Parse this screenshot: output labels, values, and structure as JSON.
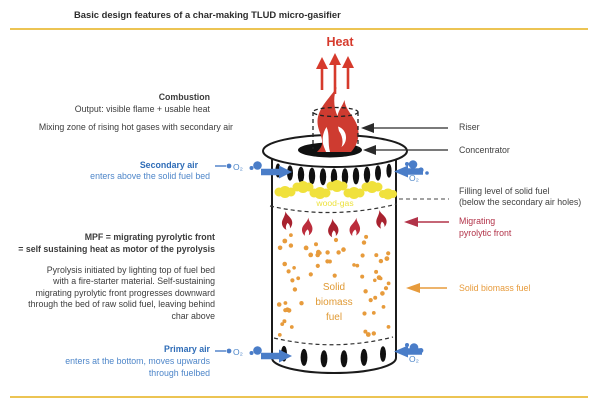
{
  "header": {
    "title": "Basic design features of a char-making TLUD micro-gasifier"
  },
  "left": {
    "combustion_title": "Combustion",
    "combustion_output": "Output: visible flame + usable heat",
    "mixing_zone": "Mixing zone of rising hot gases with secondary air",
    "secondary_air_title": "Secondary air",
    "secondary_air_desc": "enters above the solid fuel bed",
    "mpf_heading": "MPF = migrating pyrolytic front\n= self sustaining heat as motor of the pyrolysis",
    "pyrolysis_desc": "Pyrolysis initiated by lighting top of fuel bed\nwith a fire-starter material. Self-sustaining\nmigrating pyrolytic front progresses downward\nthrough the bed of raw solid fuel, leaving behind\nchar above",
    "primary_air_title": "Primary air",
    "primary_air_desc": "enters at the bottom, moves upwards\nthrough fuelbed"
  },
  "right": {
    "riser": "Riser",
    "concentrator": "Concentrator",
    "filling_level": "Filling level of solid fuel\n(below the secondary air holes)",
    "migrating_front": "Migrating\npyrolytic front",
    "solid_biomass": "Solid biomass fuel"
  },
  "diagram": {
    "heat": "Heat",
    "o2": "O₂",
    "wood_gas": "wood-gas",
    "fuel_text": "Solid\nbiomass\nfuel"
  },
  "colors": {
    "heat_red": "#d63a2c",
    "flame_red": "#ce3b30",
    "front_flame_red": "#a8222f",
    "migrating_label_red": "#b23349",
    "air_blue": "#4a7dc8",
    "air_label_blue": "#2e6cb7",
    "biomass_orange": "#e79b3c",
    "woodgas_yellow": "#f0e13c",
    "rule_gold": "#ecc453"
  }
}
